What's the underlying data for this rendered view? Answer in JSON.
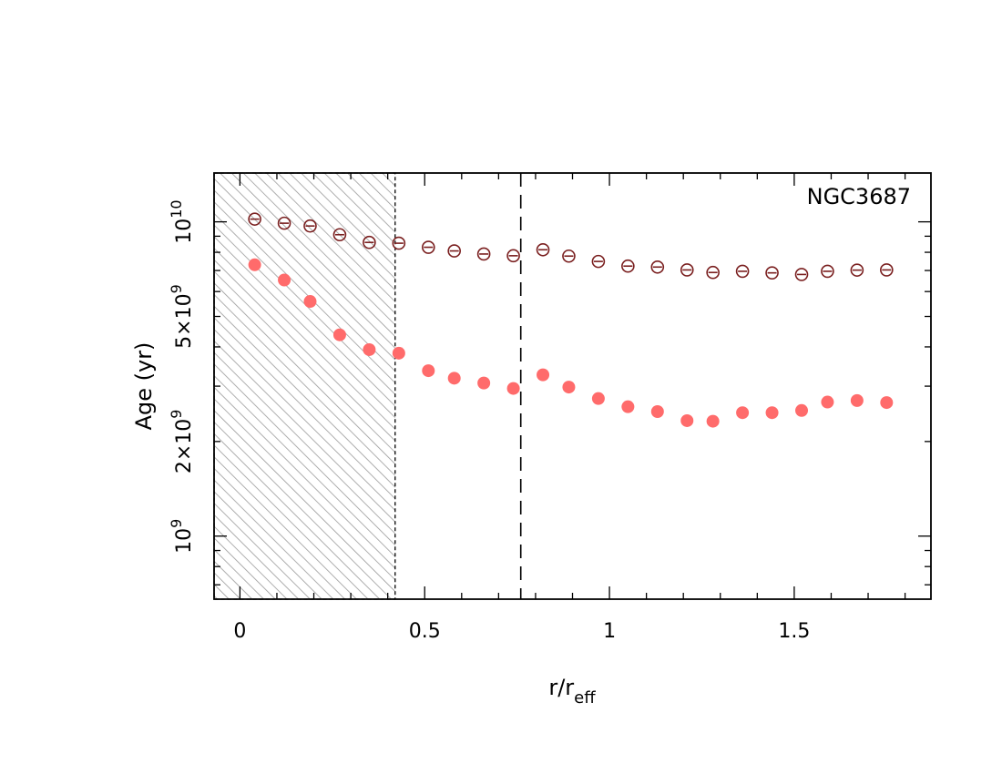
{
  "chart_data": {
    "type": "scatter",
    "annotation": "NGC3687",
    "xlabel": {
      "base": "r/r",
      "sub": "eff"
    },
    "ylabel": "Age (yr)",
    "xlim": [
      -0.07,
      1.87
    ],
    "ylim": [
      630000000,
      14300000000
    ],
    "yscale": "log",
    "x_ticks": [
      {
        "value": 0,
        "label": "0"
      },
      {
        "value": 0.5,
        "label": "0.5"
      },
      {
        "value": 1,
        "label": "1"
      },
      {
        "value": 1.5,
        "label": "1.5"
      }
    ],
    "y_tick_labels": [
      {
        "value": 1000000000,
        "base": "10",
        "exp": "9"
      },
      {
        "value": 2000000000,
        "base": "2×10",
        "exp": "9"
      },
      {
        "value": 5000000000,
        "base": "5×10",
        "exp": "9"
      },
      {
        "value": 10000000000,
        "base": "10",
        "exp": "10"
      }
    ],
    "shaded_region": {
      "x": [
        -0.07,
        0.42
      ],
      "pattern": "hatched"
    },
    "vline": {
      "x": 0.76,
      "style": "dashed"
    },
    "series": [
      {
        "marker": "open-circle",
        "color": "#7a1f1f",
        "points": [
          [
            0.04,
            10200000000
          ],
          [
            0.12,
            9900000000
          ],
          [
            0.19,
            9700000000
          ],
          [
            0.27,
            9100000000
          ],
          [
            0.35,
            8600000000
          ],
          [
            0.43,
            8550000000
          ],
          [
            0.51,
            8300000000
          ],
          [
            0.58,
            8080000000
          ],
          [
            0.66,
            7900000000
          ],
          [
            0.74,
            7800000000
          ],
          [
            0.82,
            8150000000
          ],
          [
            0.89,
            7780000000
          ],
          [
            0.97,
            7480000000
          ],
          [
            1.05,
            7230000000
          ],
          [
            1.13,
            7180000000
          ],
          [
            1.21,
            7030000000
          ],
          [
            1.28,
            6900000000
          ],
          [
            1.36,
            6960000000
          ],
          [
            1.44,
            6880000000
          ],
          [
            1.52,
            6800000000
          ],
          [
            1.59,
            6960000000
          ],
          [
            1.67,
            7020000000
          ],
          [
            1.75,
            7030000000
          ]
        ]
      },
      {
        "marker": "filled-circle",
        "color": "#ff6b6b",
        "points": [
          [
            0.04,
            7300000000
          ],
          [
            0.12,
            6530000000
          ],
          [
            0.19,
            5580000000
          ],
          [
            0.27,
            4370000000
          ],
          [
            0.35,
            3920000000
          ],
          [
            0.43,
            3820000000
          ],
          [
            0.51,
            3360000000
          ],
          [
            0.58,
            3180000000
          ],
          [
            0.66,
            3070000000
          ],
          [
            0.74,
            2950000000
          ],
          [
            0.82,
            3260000000
          ],
          [
            0.89,
            2980000000
          ],
          [
            0.97,
            2740000000
          ],
          [
            1.05,
            2580000000
          ],
          [
            1.13,
            2490000000
          ],
          [
            1.21,
            2330000000
          ],
          [
            1.28,
            2320000000
          ],
          [
            1.36,
            2470000000
          ],
          [
            1.44,
            2470000000
          ],
          [
            1.52,
            2510000000
          ],
          [
            1.59,
            2670000000
          ],
          [
            1.67,
            2700000000
          ],
          [
            1.75,
            2660000000
          ]
        ]
      }
    ]
  }
}
